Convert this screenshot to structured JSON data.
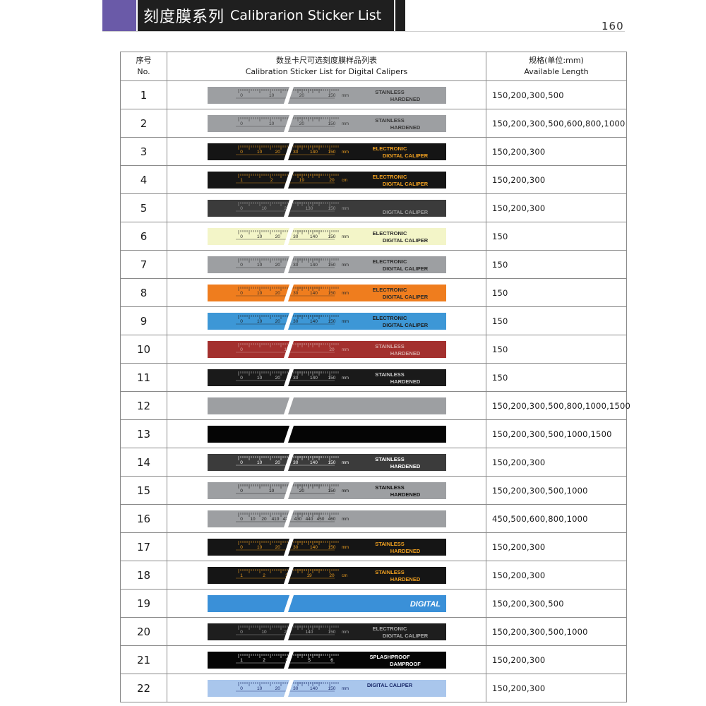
{
  "header": {
    "title_cn": "刻度膜系列",
    "title_en": "Calibrarion Sticker List",
    "page_number": "160"
  },
  "table": {
    "col_no_cn": "序号",
    "col_no_en": "No.",
    "col_sticker_cn": "数显卡尺可选刻度膜样品列表",
    "col_sticker_en": "Calibration Sticker List for Digital Calipers",
    "col_len_cn": "规格(单位:mm)",
    "col_len_en": "Available Length",
    "rows": [
      {
        "no": "1",
        "lengths": "150,200,300,500",
        "sticker": {
          "bg": "#9d9fa2",
          "fg": "#3a3a3a",
          "text1": "STAINLESS",
          "text2": "HARDENED",
          "scale": [
            "0",
            "10",
            "20",
            "150"
          ],
          "unit": "mm"
        }
      },
      {
        "no": "2",
        "lengths": "150,200,300,500,600,800,1000",
        "sticker": {
          "bg": "#9d9fa2",
          "fg": "#3a3a3a",
          "text1": "STAINLESS",
          "text2": "HARDENED",
          "scale": [
            "0",
            "10",
            "20",
            "150"
          ],
          "unit": "mm"
        }
      },
      {
        "no": "3",
        "lengths": "150,200,300",
        "sticker": {
          "bg": "#151515",
          "fg": "#f0a020",
          "text1": "ELECTRONIC",
          "text2": "DIGITAL CALIPER",
          "scale": [
            "0",
            "10",
            "20",
            "30",
            "140",
            "150"
          ],
          "unit": "mm"
        }
      },
      {
        "no": "4",
        "lengths": "150,200,300",
        "sticker": {
          "bg": "#151515",
          "fg": "#f0a020",
          "text1": "ELECTRONIC",
          "text2": "DIGITAL CALIPER",
          "scale": [
            "1",
            "2",
            "19",
            "20"
          ],
          "unit": "cm"
        }
      },
      {
        "no": "5",
        "lengths": "150,200,300",
        "sticker": {
          "bg": "#3b3b3b",
          "fg": "#9a9a9a",
          "text1": "",
          "text2": "DIGITAL CALIPER",
          "scale": [
            "0",
            "10",
            "20",
            "130",
            "150"
          ],
          "unit": "mm"
        }
      },
      {
        "no": "6",
        "lengths": "150",
        "sticker": {
          "bg": "#f3f5c8",
          "fg": "#2a2a2a",
          "text1": "ELECTRONIC",
          "text2": "DIGITAL CALIPER",
          "scale": [
            "0",
            "10",
            "20",
            "30",
            "140",
            "150"
          ],
          "unit": "mm"
        }
      },
      {
        "no": "7",
        "lengths": "150",
        "sticker": {
          "bg": "#9d9fa2",
          "fg": "#2a2a2a",
          "text1": "ELECTRONIC",
          "text2": "DIGITAL CALIPER",
          "scale": [
            "0",
            "10",
            "20",
            "30",
            "140",
            "150"
          ],
          "unit": "mm"
        }
      },
      {
        "no": "8",
        "lengths": "150",
        "sticker": {
          "bg": "#ef7d1e",
          "fg": "#2a2a2a",
          "text1": "ELECTRONIC",
          "text2": "DIGITAL CALIPER",
          "scale": [
            "0",
            "10",
            "20",
            "30",
            "140",
            "150"
          ],
          "unit": "mm"
        }
      },
      {
        "no": "9",
        "lengths": "150",
        "sticker": {
          "bg": "#3d97d6",
          "fg": "#1e1e1e",
          "text1": "ELECTRONIC",
          "text2": "DIGITAL CALIPER",
          "scale": [
            "0",
            "10",
            "20",
            "30",
            "140",
            "150"
          ],
          "unit": "mm"
        }
      },
      {
        "no": "10",
        "lengths": "150",
        "sticker": {
          "bg": "#a3302e",
          "fg": "#d6a9a5",
          "text1": "STAINLESS",
          "text2": "HARDENED",
          "scale": [
            "0",
            "10",
            "20"
          ],
          "unit": "mm"
        }
      },
      {
        "no": "11",
        "lengths": "150",
        "sticker": {
          "bg": "#1a1a1a",
          "fg": "#c8c8c8",
          "text1": "STAINLESS",
          "text2": "HARDENED",
          "scale": [
            "0",
            "10",
            "20",
            "30",
            "140",
            "150"
          ],
          "unit": "mm"
        }
      },
      {
        "no": "12",
        "lengths": "150,200,300,500,800,1000,1500",
        "sticker": {
          "bg": "#9d9fa2",
          "fg": "#9d9fa2",
          "text1": "",
          "text2": "",
          "scale": [],
          "unit": ""
        }
      },
      {
        "no": "13",
        "lengths": "150,200,300,500,1000,1500",
        "sticker": {
          "bg": "#050505",
          "fg": "#050505",
          "text1": "",
          "text2": "",
          "scale": [],
          "unit": ""
        }
      },
      {
        "no": "14",
        "lengths": "150,200,300",
        "sticker": {
          "bg": "#3b3b3b",
          "fg": "#ffffff",
          "text1": "STAINLESS",
          "text2": "HARDENED",
          "scale": [
            "0",
            "10",
            "20",
            "30",
            "140",
            "150"
          ],
          "unit": "mm"
        }
      },
      {
        "no": "15",
        "lengths": "150,200,300,500,1000",
        "sticker": {
          "bg": "#9d9fa2",
          "fg": "#111111",
          "text1": "STAINLESS",
          "text2": "HARDENED",
          "scale": [
            "0",
            "10",
            "20",
            "150"
          ],
          "unit": "mm"
        }
      },
      {
        "no": "16",
        "lengths": "450,500,600,800,1000",
        "sticker": {
          "bg": "#9d9fa2",
          "fg": "#222222",
          "text1": "",
          "text2": "",
          "scale": [
            "0",
            "10",
            "20",
            "410",
            "420",
            "430",
            "440",
            "450",
            "460"
          ],
          "unit": "mm"
        }
      },
      {
        "no": "17",
        "lengths": "150,200,300",
        "sticker": {
          "bg": "#151515",
          "fg": "#f0a020",
          "text1": "STAINLESS",
          "text2": "HARDENED",
          "scale": [
            "0",
            "10",
            "20",
            "30",
            "140",
            "150"
          ],
          "unit": "mm"
        }
      },
      {
        "no": "18",
        "lengths": "150,200,300",
        "sticker": {
          "bg": "#151515",
          "fg": "#f0a020",
          "text1": "STAINLESS",
          "text2": "HARDENED",
          "scale": [
            "1",
            "2",
            "3",
            "19",
            "20"
          ],
          "unit": "cm"
        }
      },
      {
        "no": "19",
        "lengths": "150,200,300,500",
        "sticker": {
          "bg": "#3a90d8",
          "fg": "#ffffff",
          "text1": "",
          "text2": "DIGITAL",
          "scale": [],
          "unit": ""
        }
      },
      {
        "no": "20",
        "lengths": "150,200,300,500,1000",
        "sticker": {
          "bg": "#1e1e1e",
          "fg": "#a8a8a8",
          "text1": "ELECTRONIC",
          "text2": "DIGITAL CALIPER",
          "scale": [
            "0",
            "10",
            "20",
            "140",
            "150"
          ],
          "unit": "mm"
        }
      },
      {
        "no": "21",
        "lengths": "150,200,300",
        "sticker": {
          "bg": "#050505",
          "fg": "#ffffff",
          "text1": "SPLASHPROOF",
          "text2": "DAMPROOF",
          "scale": [
            "1",
            "2",
            "3",
            "5",
            "6"
          ],
          "unit": ""
        }
      },
      {
        "no": "22",
        "lengths": "150,200,300",
        "sticker": {
          "bg": "#a9c6ec",
          "fg": "#1a2a6a",
          "text1": "DIGITAL CALIPER",
          "text2": "",
          "scale": [
            "0",
            "10",
            "20",
            "30",
            "140",
            "150"
          ],
          "unit": "mm"
        }
      }
    ]
  }
}
